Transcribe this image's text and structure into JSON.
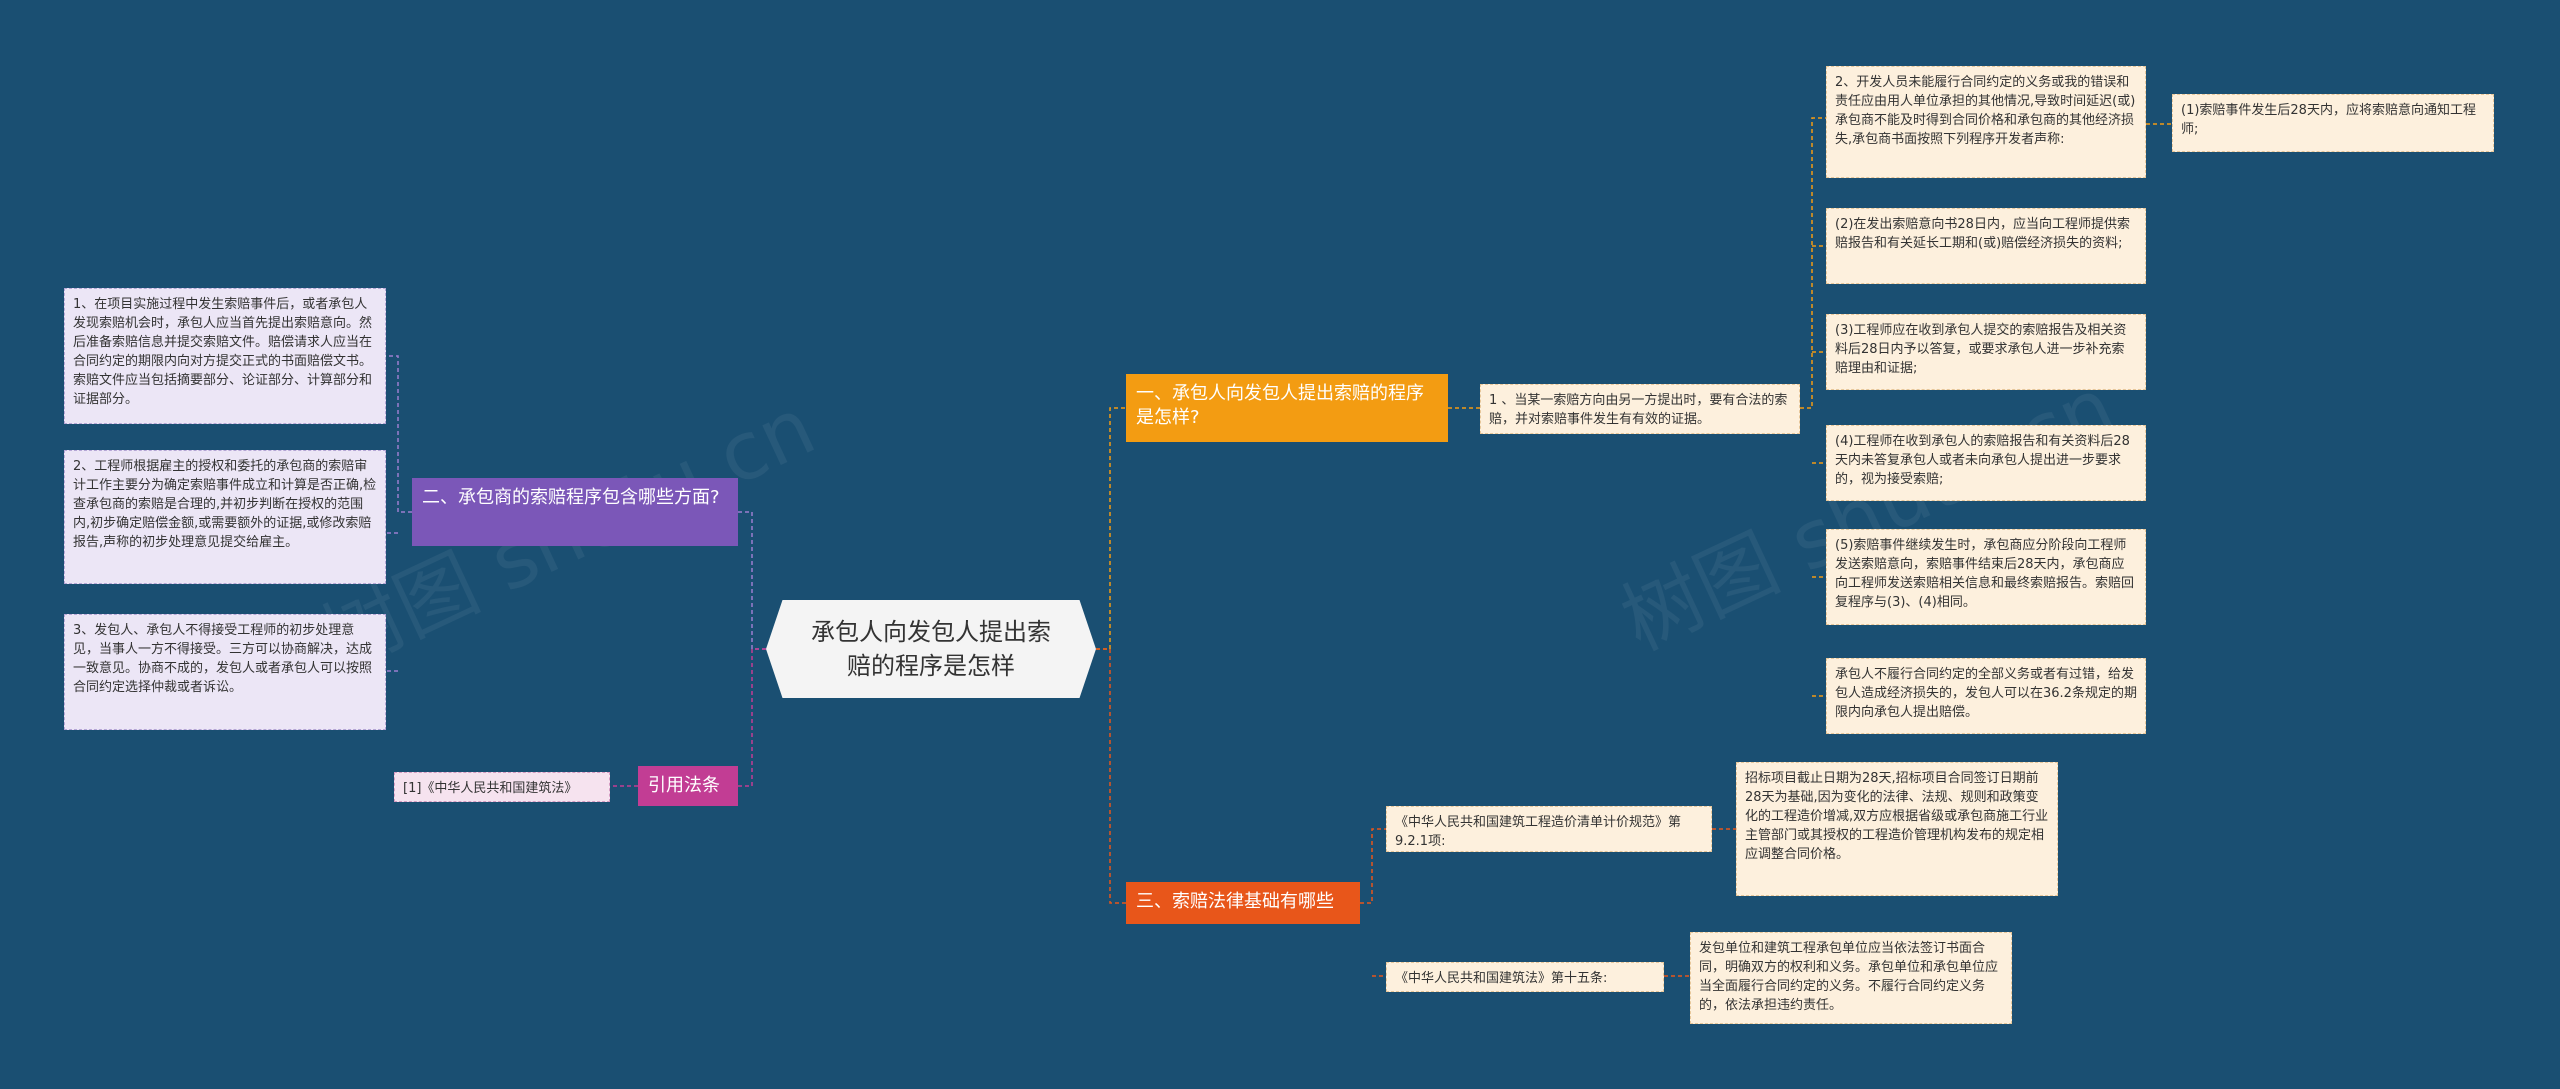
{
  "root": {
    "title": "承包人向发包人提出索赔的程序是怎样"
  },
  "right": {
    "q1": {
      "title": "一、承包人向发包人提出索赔的程序是怎样?",
      "sub": "1 、当某一索赔方向由另一方提出时，要有合法的索赔，并对索赔事件发生有有效的证据。",
      "items": [
        "2、开发人员未能履行合同约定的义务或我的错误和责任应由用人单位承担的其他情况,导致时间延迟(或)承包商不能及时得到合同价格和承包商的其他经济损失,承包商书面按照下列程序开发者声称:",
        "(2)在发出索赔意向书28日内，应当向工程师提供索赔报告和有关延长工期和(或)赔偿经济损失的资料;",
        "(3)工程师应在收到承包人提交的索赔报告及相关资料后28日内予以答复，或要求承包人进一步补充索赔理由和证据;",
        "(4)工程师在收到承包人的索赔报告和有关资料后28天内未答复承包人或者未向承包人提出进一步要求的，视为接受索赔;",
        "(5)索赔事件继续发生时，承包商应分阶段向工程师发送索赔意向，索赔事件结束后28天内，承包商应向工程师发送索赔相关信息和最终索赔报告。索赔回复程序与(3)、(4)相同。",
        "承包人不履行合同约定的全部义务或者有过错，给发包人造成经济损失的，发包人可以在36.2条规定的期限内向承包人提出赔偿。"
      ],
      "item1_child": "(1)索赔事件发生后28天内，应将索赔意向通知工程师;"
    },
    "q3": {
      "title": "三、索赔法律基础有哪些",
      "laws": [
        {
          "name": "《中华人民共和国建筑工程造价清单计价规范》第9.2.1项:",
          "text": "招标项目截止日期为28天,招标项目合同签订日期前28天为基础,因为变化的法律、法规、规则和政策变化的工程造价增减,双方应根据省级或承包商施工行业主管部门或其授权的工程造价管理机构发布的规定相应调整合同价格。"
        },
        {
          "name": "《中华人民共和国建筑法》第十五条:",
          "text": "发包单位和建筑工程承包单位应当依法签订书面合同，明确双方的权利和义务。承包单位和承包单位应当全面履行合同约定的义务。不履行合同约定义务的，依法承担违约责任。"
        }
      ]
    }
  },
  "left": {
    "q2": {
      "title": "二、承包商的索赔程序包含哪些方面?",
      "items": [
        "1、在项目实施过程中发生索赔事件后，或者承包人发现索赔机会时，承包人应当首先提出索赔意向。然后准备索赔信息并提交索赔文件。赔偿请求人应当在合同约定的期限内向对方提交正式的书面赔偿文书。索赔文件应当包括摘要部分、论证部分、计算部分和证据部分。",
        "2、工程师根据雇主的授权和委托的承包商的索赔审计工作主要分为确定索赔事件成立和计算是否正确,检查承包商的索赔是合理的,并初步判断在授权的范围内,初步确定赔偿金额,或需要额外的证据,或修改索赔报告,声称的初步处理意见提交给雇主。",
        "3、发包人、承包人不得接受工程师的初步处理意见，当事人一方不得接受。三方可以协商解决，达成一致意见。协商不成的，发包人或者承包人可以按照合同约定选择仲裁或者诉讼。"
      ]
    },
    "cite": {
      "title": "引用法条",
      "item": "[1]《中华人民共和国建筑法》"
    }
  },
  "watermark": {
    "text1": "树图 shutu.cn",
    "text2": "树图 shutu.cn"
  },
  "colors": {
    "background": "#1a4f72",
    "orange": "#f39c12",
    "red": "#e8561a",
    "purple": "#7b57b8",
    "pink": "#c23d94"
  }
}
